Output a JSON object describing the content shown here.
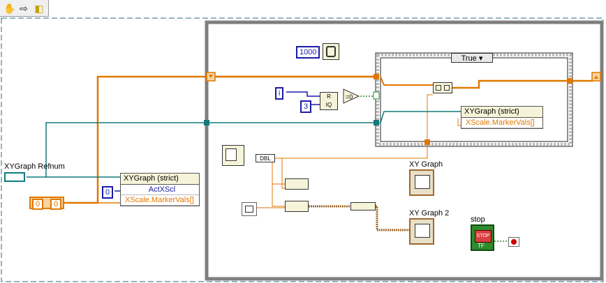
{
  "toolbar": {
    "icons": [
      "hand-icon",
      "arrow-right-icon",
      "highlight-execution-icon"
    ]
  },
  "constants": {
    "wait_ms": "1000",
    "iteration": "i",
    "divisor": "3",
    "actxscl_index": "0",
    "array_init": "0",
    "array_elem": "0",
    "dbl_label": "DBL"
  },
  "case_structure": {
    "selector": "True ▾"
  },
  "property_node_top": {
    "title": "XYGraph (strict)",
    "prop1": "XScale.MarkerVals[]"
  },
  "property_node_left": {
    "title": "XYGraph (strict)",
    "prop1": "ActXScl",
    "prop2": "XScale.MarkerVals[]"
  },
  "refnum": {
    "label": "XYGraph Refnum"
  },
  "graphs": {
    "graph1_label": "XY Graph",
    "graph2_label": "XY Graph 2"
  },
  "stop": {
    "label": "stop",
    "button_text": "STOP",
    "tf_text": "TF"
  },
  "colors": {
    "orange": "#e07800",
    "teal": "#127a7a",
    "brown": "#a06830",
    "blue": "#1a1aa6",
    "gray_frame": "#7f7f7f"
  }
}
